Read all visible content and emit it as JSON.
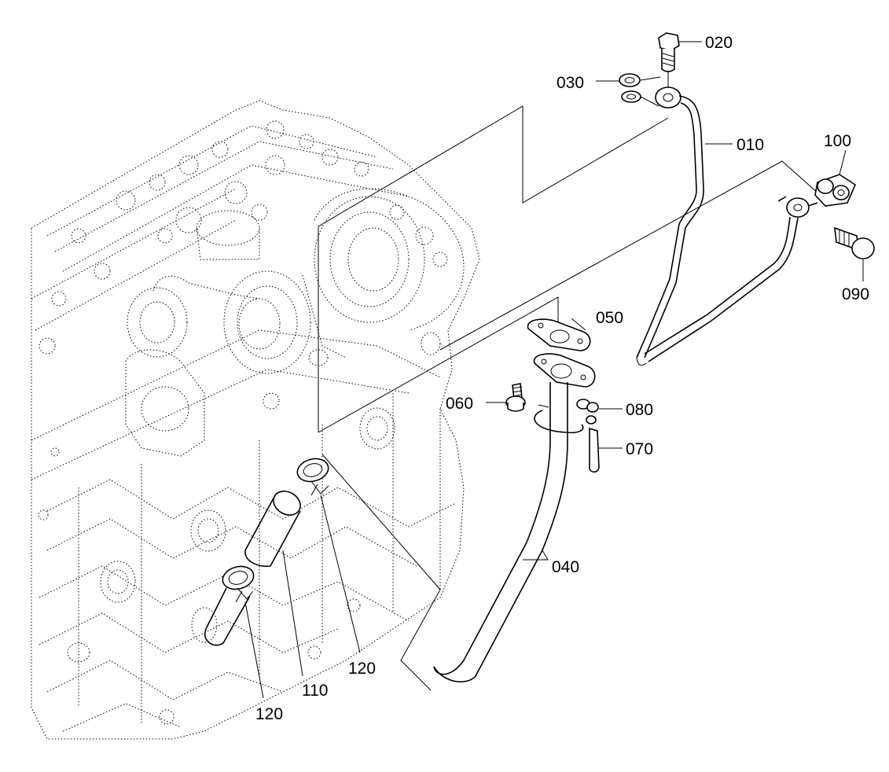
{
  "callouts": {
    "p010": "010",
    "p020": "020",
    "p030": "030",
    "p040": "040",
    "p050": "050",
    "p060": "060",
    "p070": "070",
    "p080": "080",
    "p090": "090",
    "p100": "100",
    "p110": "110",
    "p120a": "120",
    "p120b": "120"
  }
}
